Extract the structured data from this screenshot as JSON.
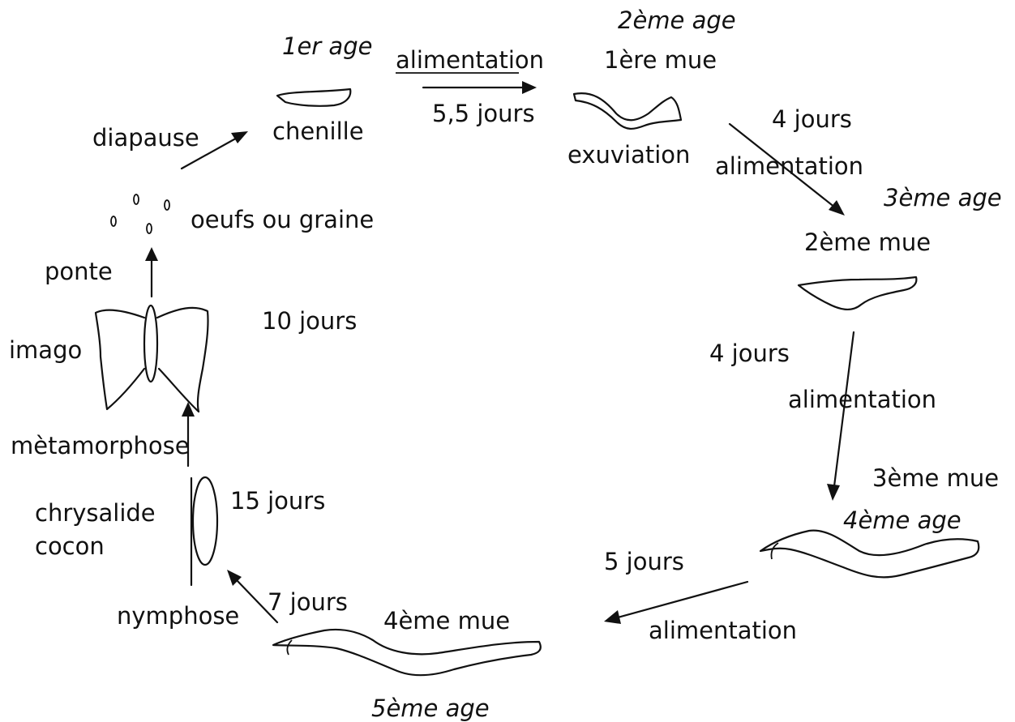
{
  "stages": {
    "age1": "1er age",
    "age2": "2ème  age",
    "age3": "3ème age",
    "age4": "4ème age",
    "age5": "5ème age"
  },
  "molts": {
    "mue1": "1ère mue",
    "mue2": "2ème mue",
    "mue3": "3ème mue",
    "mue4": "4ème mue"
  },
  "labels": {
    "chenille": "chenille",
    "exuviation": "exuviation",
    "diapause": "diapause",
    "oeufs": "oeufs ou graine",
    "ponte": "ponte",
    "imago": "imago",
    "metamorphose": "mètamorphose",
    "chrysalide": "chrysalide",
    "cocon": "cocon",
    "nymphose": "nymphose"
  },
  "feeding": {
    "a1": "alimentation",
    "a2": "alimentation",
    "a3": "alimentation",
    "a4": "alimentation"
  },
  "durations": {
    "d1": "5,5  jours",
    "d2": "4  jours",
    "d3": "4  jours",
    "d4": "5  jours",
    "d5": "7  jours",
    "d6": "15  jours",
    "d7": "10  jours"
  },
  "colors": {
    "ink": "#111111",
    "background": "#ffffff"
  }
}
